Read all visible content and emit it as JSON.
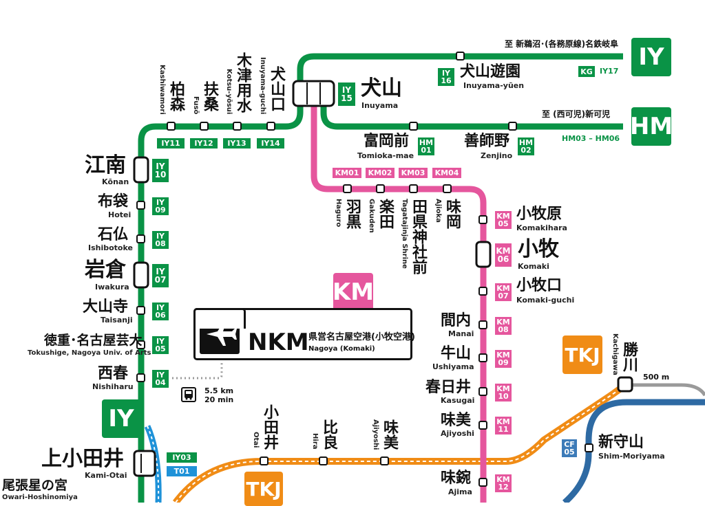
{
  "colors": {
    "iy": "#0a9346",
    "km": "#e5569d",
    "tkj": "#f08c16",
    "cf": "#3d7bb8",
    "tokai": "#1f92d8",
    "hm": "#0a9346",
    "kg": "#0a9346"
  },
  "directions": {
    "iy_to": "至 新鵜沼･(各務原線)名鉄岐阜",
    "hm_to": "至 (西可児)新可児",
    "hm_range": "HM03 – HM06",
    "kg_code": "KG",
    "kg_iy": "IY17"
  },
  "line_badges": {
    "iy": "IY",
    "hm": "HM",
    "km": "KM",
    "tkj": "TKJ"
  },
  "airport": {
    "code": "NKM",
    "name_jp": "県営名古屋空港(小牧空港)",
    "name_en": "Nagoya (Komaki)",
    "bus_distance": "5.5 km",
    "bus_time": "20 min",
    "plane_icon": "airplane-icon",
    "bus_icon": "bus-icon"
  },
  "scale": "500 m",
  "stations": {
    "inuyama": {
      "jp": "犬山",
      "en": "Inuyama",
      "code": "IY 15"
    },
    "inuyama_yuen": {
      "jp": "犬山遊園",
      "en": "Inuyama-yūen",
      "code": "IY 16"
    },
    "inuyamaguchi": {
      "jp": "犬山口",
      "en": "Inuyama-guchi",
      "code": "IY14"
    },
    "kotsuyosui": {
      "jp": "木津用水",
      "en": "Kotsu-yōsui",
      "code": "IY13"
    },
    "fuso": {
      "jp": "扶桑",
      "en": "Fusō",
      "code": "IY12"
    },
    "kashiwamori": {
      "jp": "柏森",
      "en": "Kashiwamori",
      "code": "IY11"
    },
    "konan": {
      "jp": "江南",
      "en": "Kōnan",
      "code": "IY 10"
    },
    "hotei": {
      "jp": "布袋",
      "en": "Hotei",
      "code": "IY 09"
    },
    "ishibotoke": {
      "jp": "石仏",
      "en": "Ishibotoke",
      "code": "IY 08"
    },
    "iwakura": {
      "jp": "岩倉",
      "en": "Iwakura",
      "code": "IY 07"
    },
    "taisanji": {
      "jp": "大山寺",
      "en": "Taisanji",
      "code": "IY 06"
    },
    "tokushige": {
      "jp": "徳重･名古屋芸大",
      "en": "Tokushige, Nagoya Univ. of Arts",
      "code": "IY 05"
    },
    "nishiharu": {
      "jp": "西春",
      "en": "Nishiharu",
      "code": "IY 04"
    },
    "kamiotai": {
      "jp": "上小田井",
      "en": "Kami-Otai",
      "code1": "IY03",
      "code2": "T01"
    },
    "owari": {
      "jp": "尾張星の宮",
      "en": "Owari-Hoshinomiya"
    },
    "tomiokamae": {
      "jp": "富岡前",
      "en": "Tomioka-mae",
      "code": "HM 01"
    },
    "zenjino": {
      "jp": "善師野",
      "en": "Zenjino",
      "code": "HM 02"
    },
    "haguro": {
      "jp": "羽黒",
      "en": "Haguro",
      "code": "KM01"
    },
    "gakuden": {
      "jp": "楽田",
      "en": "Gakuden",
      "code": "KM02"
    },
    "tagatajinja": {
      "jp": "田県神社前",
      "en": "Tagatajinja Shrine",
      "code": "KM03"
    },
    "ajioka": {
      "jp": "味岡",
      "en": "Ajioka",
      "code": "KM04"
    },
    "komakihara": {
      "jp": "小牧原",
      "en": "Komakihara",
      "code": "KM 05"
    },
    "komaki": {
      "jp": "小牧",
      "en": "Komaki",
      "code": "KM 06"
    },
    "komakiguchi": {
      "jp": "小牧口",
      "en": "Komaki-guchi",
      "code": "KM 07"
    },
    "manai": {
      "jp": "間内",
      "en": "Manai",
      "code": "KM 08"
    },
    "ushiyama": {
      "jp": "牛山",
      "en": "Ushiyama",
      "code": "KM 09"
    },
    "kasugai": {
      "jp": "春日井",
      "en": "Kasugai",
      "code": "KM 10"
    },
    "ajiyoshi_km": {
      "jp": "味美",
      "en": "Ajiyoshi",
      "code": "KM 11"
    },
    "ajima": {
      "jp": "味鋺",
      "en": "Ajima",
      "code": "KM 12"
    },
    "otai": {
      "jp": "小田井",
      "en": "Otai"
    },
    "hira": {
      "jp": "比良",
      "en": "Hira"
    },
    "ajiyoshi_tkj": {
      "jp": "味美",
      "en": "Ajiyoshi"
    },
    "kachigawa": {
      "jp": "勝川",
      "en": "Kachigawa"
    },
    "shinmoriyama": {
      "jp": "新守山",
      "en": "Shim-Moriyama",
      "code": "CF 05"
    }
  }
}
